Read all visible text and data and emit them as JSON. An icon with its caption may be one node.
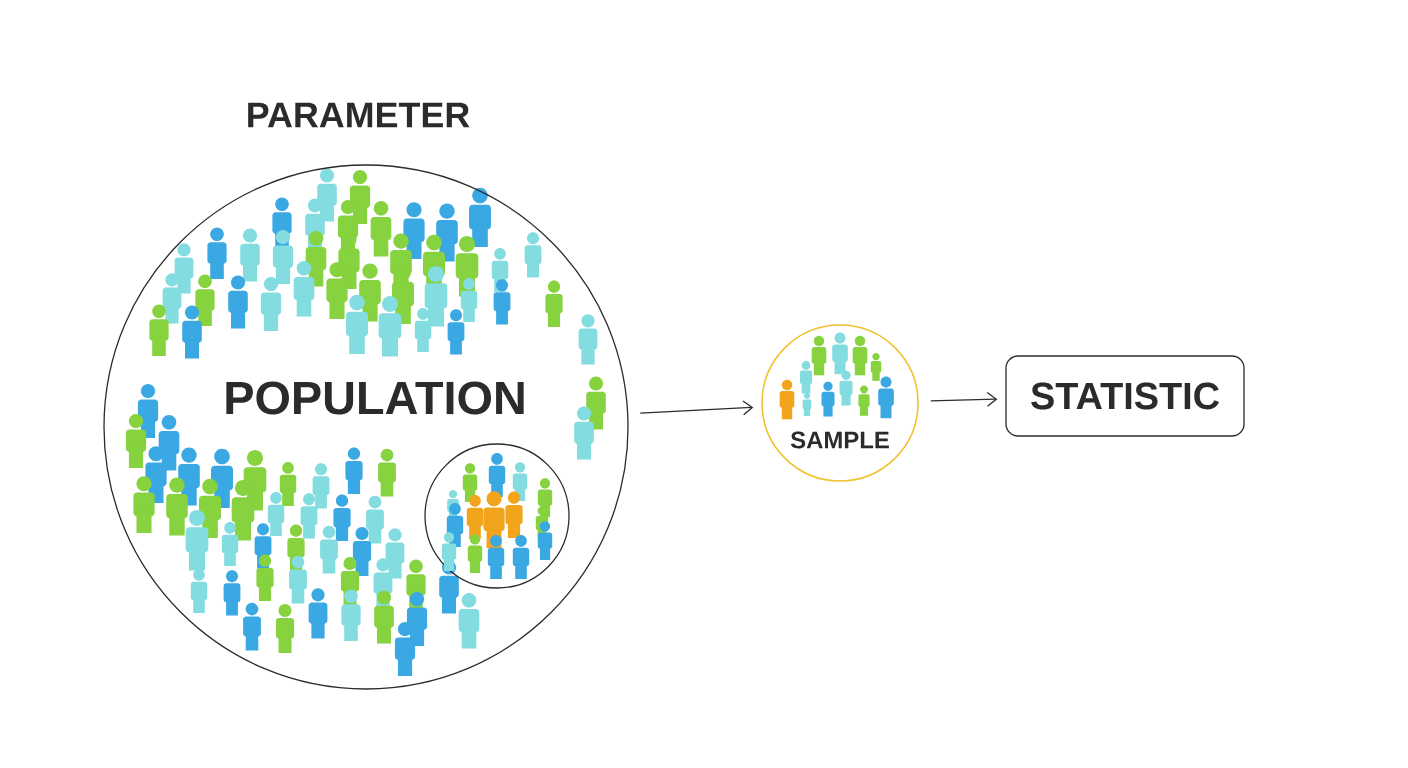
{
  "diagram": {
    "nodes": [
      {
        "text": [
          "PARAMETER",
          "POPULATION"
        ]
      },
      {
        "text": [],
        "shape": "circle",
        "in": 0
      },
      {
        "text": [
          "SAMPLE"
        ]
      },
      {
        "text": [
          "STATISTIC"
        ]
      }
    ],
    "edges": [
      {
        "from": 0,
        "to": 2,
        "arrow": "to"
      },
      {
        "from": 2,
        "to": 3,
        "arrow": "to"
      }
    ]
  }
}
